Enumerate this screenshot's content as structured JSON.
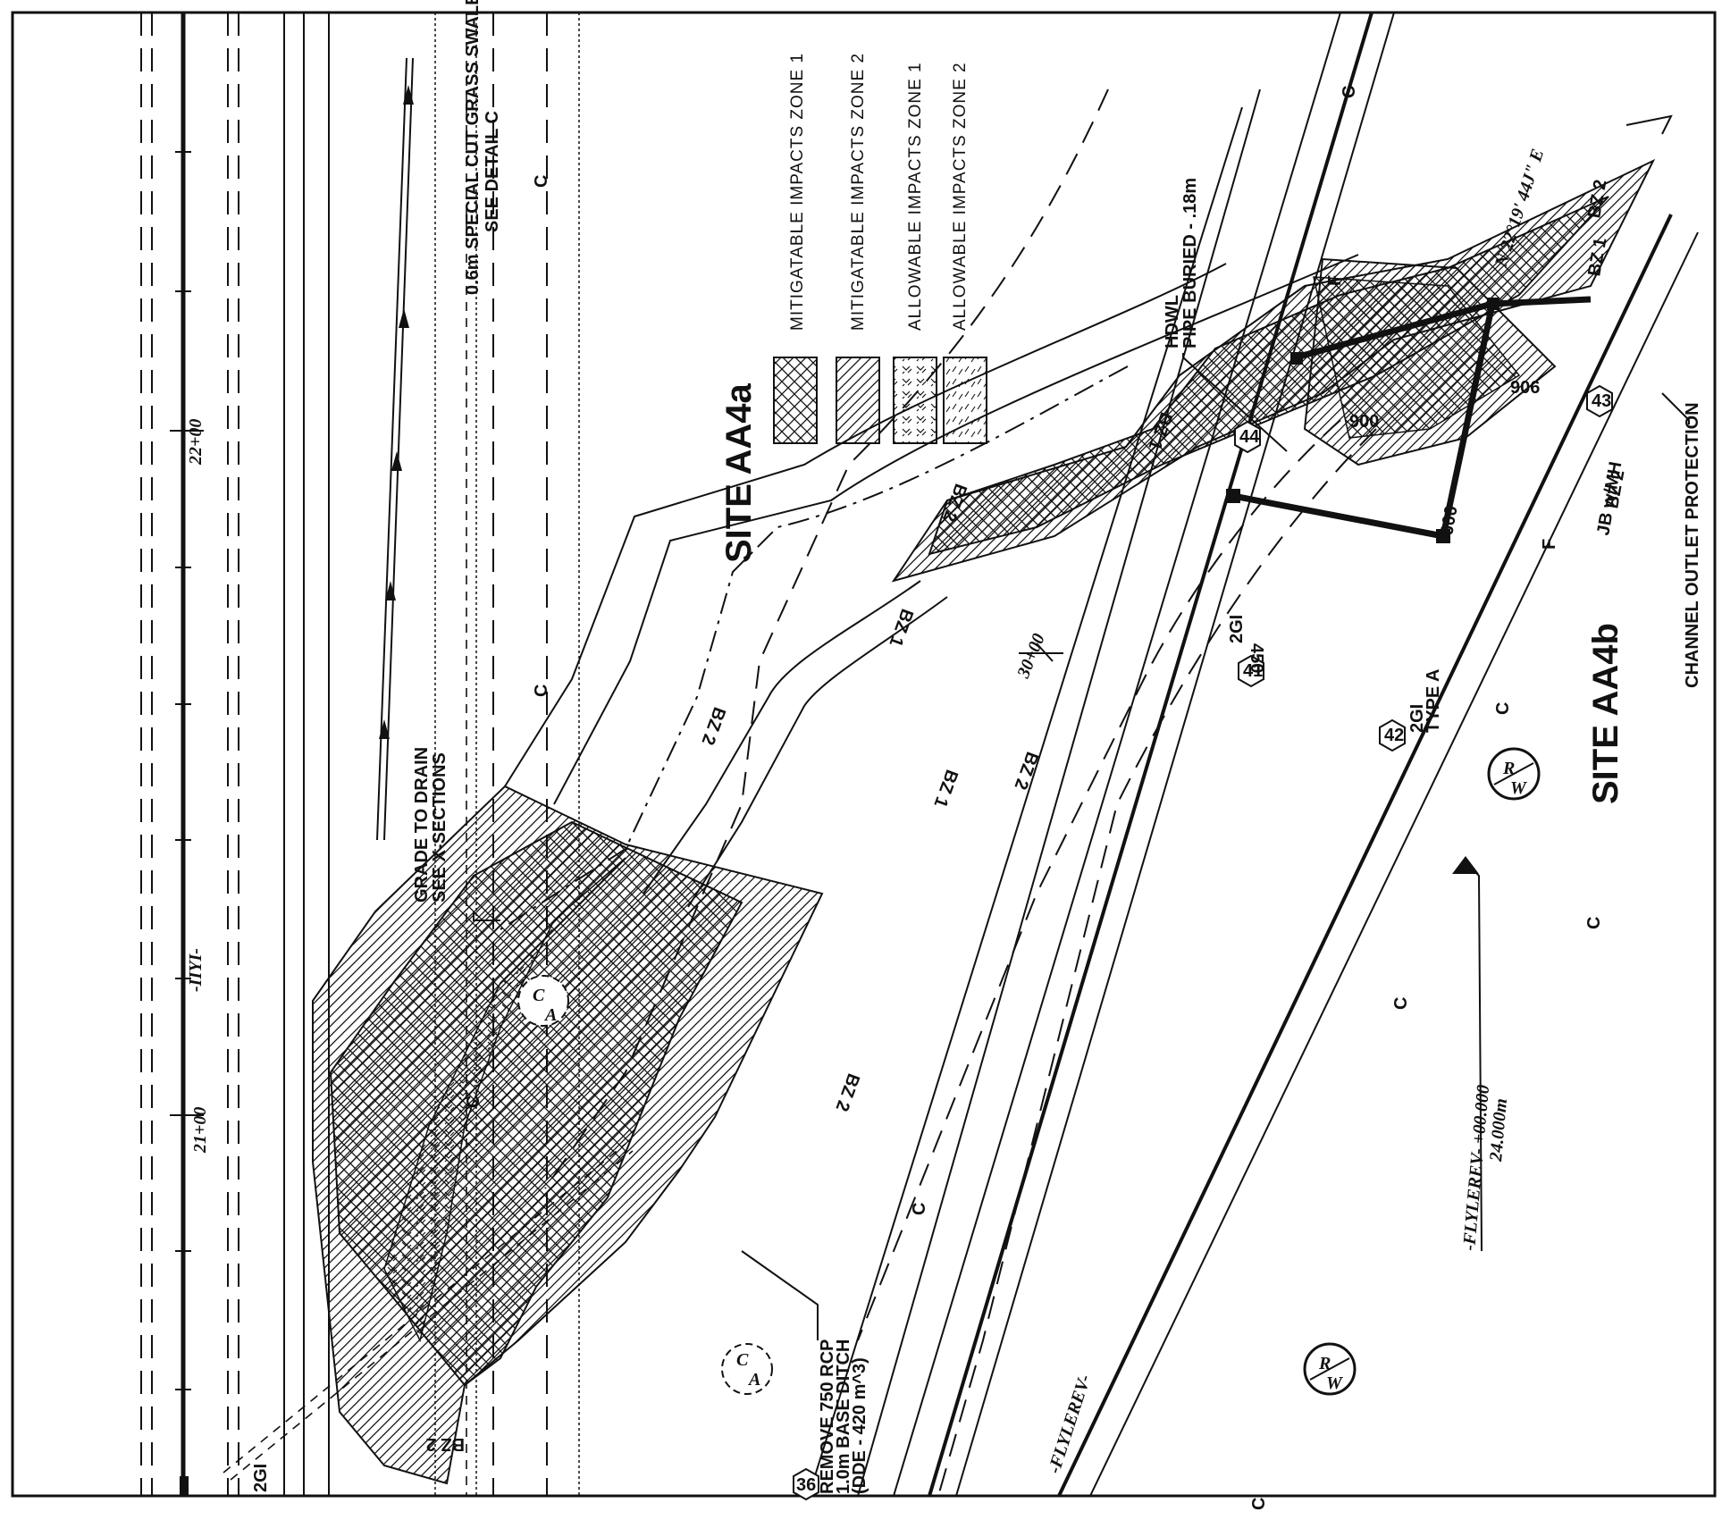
{
  "stations": {
    "s21": "21+00",
    "s22": "22+00",
    "s30": "30+00"
  },
  "alignments": {
    "iiyi": "-IIYI-",
    "flylerev": "-FLYLEREV-",
    "flylerev_station": "-FLYLEREV- +00.000",
    "flylerev_offset": "24.000m"
  },
  "sites": {
    "aa4a": "SITE AA4a",
    "aa4b": "SITE AA4b"
  },
  "legend": {
    "items": [
      {
        "pattern": "crosshatch",
        "label": "MITIGATABLE IMPACTS ZONE 1"
      },
      {
        "pattern": "diagonal",
        "label": "MITIGATABLE IMPACTS ZONE 2"
      },
      {
        "pattern": "chevron",
        "label": "ALLOWABLE IMPACTS ZONE 1"
      },
      {
        "pattern": "dashed",
        "label": "ALLOWABLE IMPACTS ZONE 2"
      }
    ]
  },
  "notes": {
    "swale_line1": "0.6m SPECIAL CUT GRASS SWALE",
    "swale_line2": "SEE DETAIL C",
    "grade_line1": "GRADE TO DRAIN",
    "grade_line2": "SEE X-SECTIONS",
    "remove_line1": "REMOVE 750 RCP",
    "remove_line2": "1.0m BASE DITCH",
    "remove_line3": "(DDE - 420 m^3)",
    "hdwl_line1": "HDWL",
    "hdwl_line2": "PIPE BURIED - .18m",
    "channel_outlet": "CHANNEL OUTLET PROTECTION",
    "bearing": "N 22°19' 44J\" E",
    "type_a": "TYPE A",
    "jb_mh": "JB w/MH"
  },
  "markers": {
    "m36": "36",
    "m41": "41",
    "m42": "42",
    "m44": "44",
    "m43": "43"
  },
  "labels": {
    "c": "C",
    "f": "F",
    "a": "A",
    "rw_r": "R",
    "rw_w": "W",
    "bz1": "BZ 1",
    "bz2": "BZ 2",
    "gi2": "2GI",
    "p450": "450",
    "p600": "600",
    "p900": "900",
    "p906": "906"
  },
  "colors": {
    "ink": "#111111",
    "paper": "#ffffff"
  }
}
